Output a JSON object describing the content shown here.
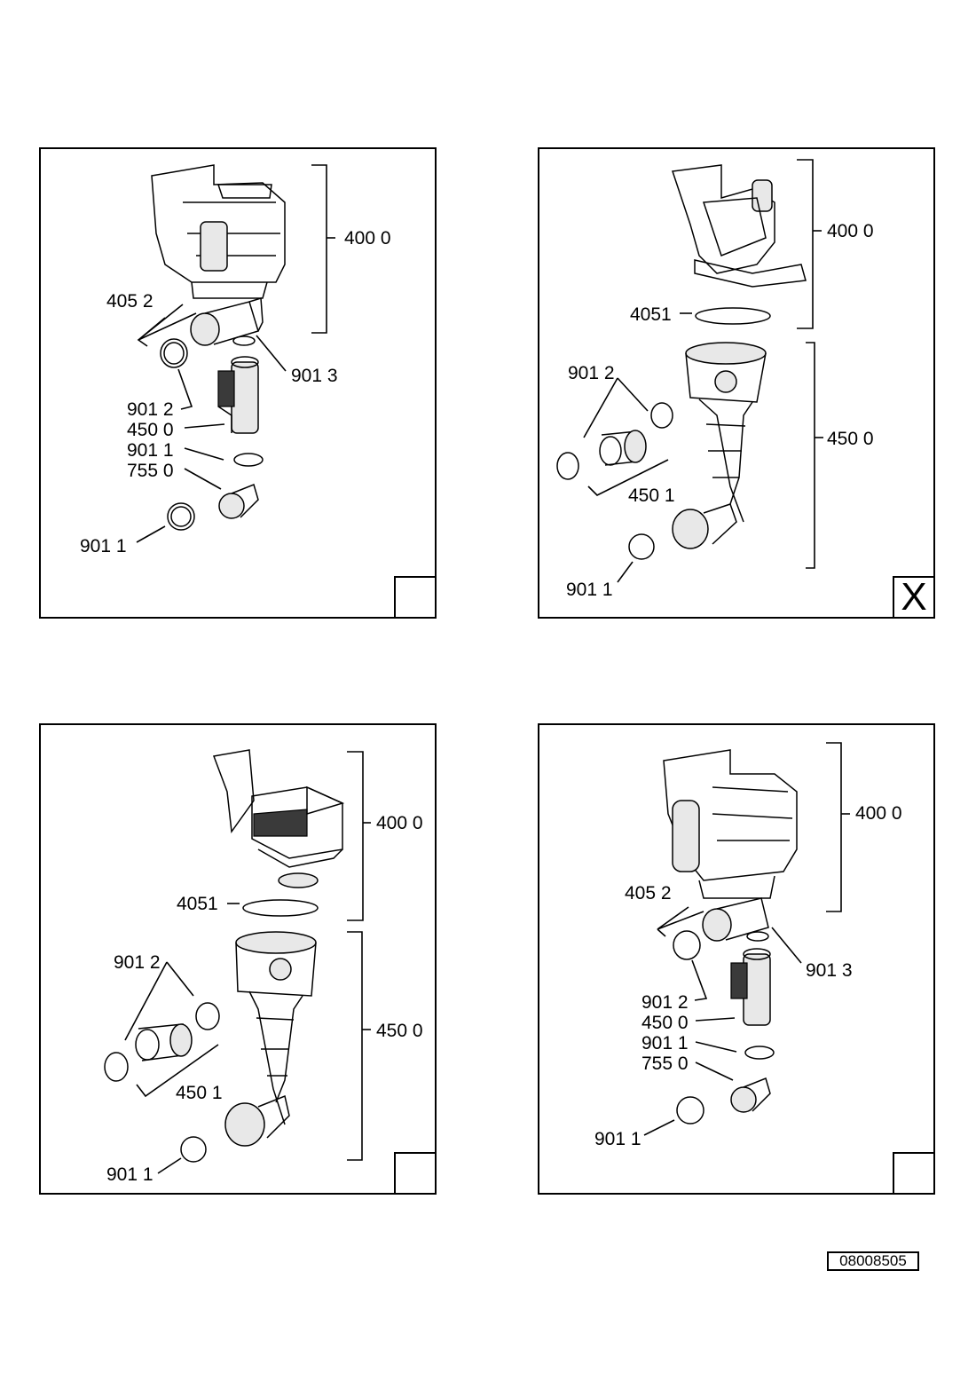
{
  "panels": [
    {
      "corner_mark": "",
      "labels": {
        "pump": "400 0",
        "seal": "405 2",
        "clamp_a": "901 3",
        "clamp_b": "901 2",
        "heater": "450 0",
        "clamp_c": "901 1",
        "hose": "755 0",
        "clamp_d": "901 1"
      }
    },
    {
      "corner_mark": "X",
      "labels": {
        "pump": "400 0",
        "seal": "4051",
        "clamps": "901 2",
        "heater": "450 0",
        "hose": "450 1",
        "clamp_bottom": "901 1"
      }
    },
    {
      "corner_mark": "",
      "labels": {
        "pump": "400 0",
        "seal": "4051",
        "clamps": "901 2",
        "heater": "450 0",
        "hose": "450 1",
        "clamp_bottom": "901 1"
      }
    },
    {
      "corner_mark": "",
      "labels": {
        "pump": "400 0",
        "seal": "405 2",
        "clamp_a": "901 3",
        "clamp_b": "901 2",
        "heater": "450 0",
        "clamp_c": "901 1",
        "hose": "755 0",
        "clamp_d": "901 1"
      }
    }
  ],
  "drawing_number": "08008505"
}
